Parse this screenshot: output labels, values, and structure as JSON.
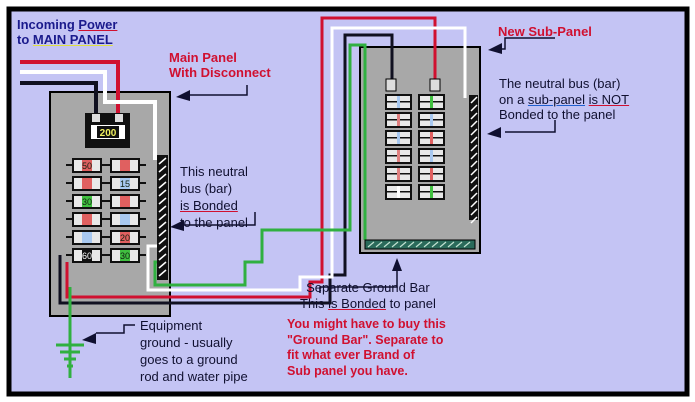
{
  "labels": {
    "incoming_line1_a": "Incoming ",
    "incoming_line1_b": "Power",
    "incoming_line2_a": "to ",
    "incoming_line2_b": "MAIN PANEL",
    "main_panel_line1": "Main Panel",
    "main_panel_line2": "With Disconnect",
    "main_neutral_line1": "This neutral",
    "main_neutral_line2": "bus (bar)",
    "main_neutral_line3": "is Bonded",
    "main_neutral_line4": "to the panel",
    "sub_panel_title": "New Sub-Panel",
    "sub_neutral_line1": "The neutral bus (bar)",
    "sub_neutral_line2_a": "on a ",
    "sub_neutral_line2_b": "sub-panel",
    "sub_neutral_line2_c": " ",
    "sub_neutral_line2_d": "is NOT",
    "sub_neutral_line3": "Bonded to the panel",
    "ground_bar_line1": "Separate Ground Bar",
    "ground_bar_line2_a": "This ",
    "ground_bar_line2_b": "is Bonded",
    "ground_bar_line2_c": " to panel",
    "note_line1": "You might have to buy this",
    "note_line2": "\"Ground Bar\". Separate to",
    "note_line3": "fit what ever Brand of",
    "note_line4": "Sub panel you have.",
    "equip_line1": "Equipment",
    "equip_line2": "ground - usually",
    "equip_line3": "goes to a ground",
    "equip_line4": "rod and water pipe"
  },
  "main_breaker": "200",
  "breakers_left": [
    "50",
    "",
    "30",
    "",
    "",
    "60"
  ],
  "breakers_right": [
    "",
    "15",
    "",
    "",
    "20",
    "30"
  ],
  "colors": {
    "background": "#c4c4f4",
    "panel": "#a8a8a8",
    "hot_red": "#d01030",
    "neutral_white": "#ffffff",
    "hot_black": "#101020",
    "ground_green": "#30b040"
  }
}
